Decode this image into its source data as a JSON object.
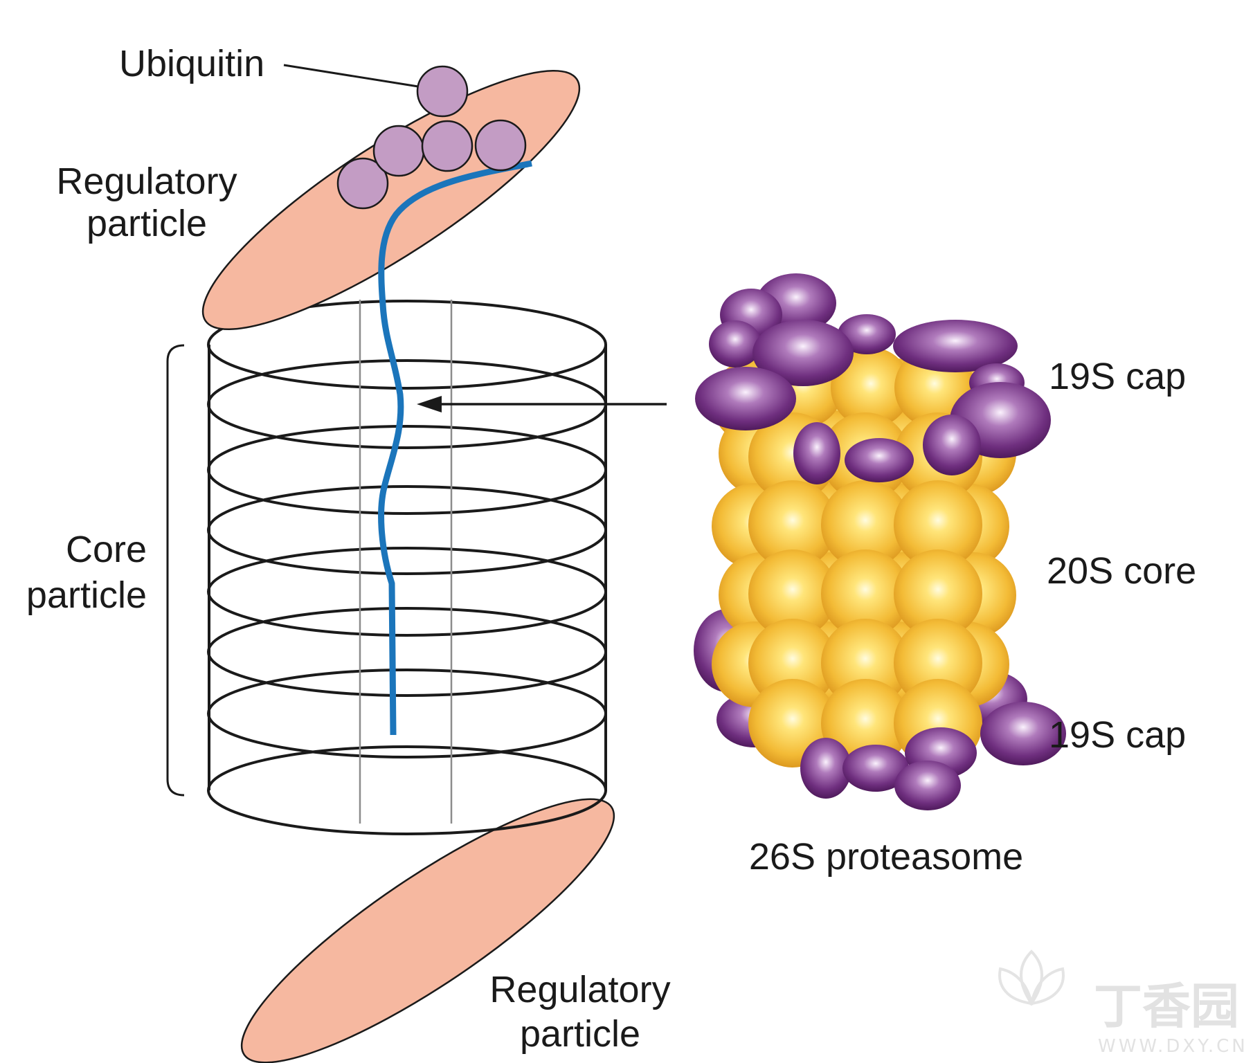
{
  "labels": {
    "ubiquitin": "Ubiquitin",
    "regulatory_top_line1": "Regulatory",
    "regulatory_top_line2": "particle",
    "core_line1": "Core",
    "core_line2": "particle",
    "regulatory_bottom_line1": "Regulatory",
    "regulatory_bottom_line2": "particle",
    "cap_top": "19S cap",
    "core_20s": "20S core",
    "cap_bottom": "19S cap",
    "proteasome": "26S proteasome"
  },
  "watermark": {
    "text": "丁香园",
    "url": "WWW.DXY.CN"
  },
  "colors": {
    "regulatory_particle": "#f6b8a0",
    "ubiquitin": "#c39cc4",
    "polypeptide": "#1b75bb",
    "core_gold": "#f0b429",
    "cap_purple": "#7d3f8c"
  }
}
